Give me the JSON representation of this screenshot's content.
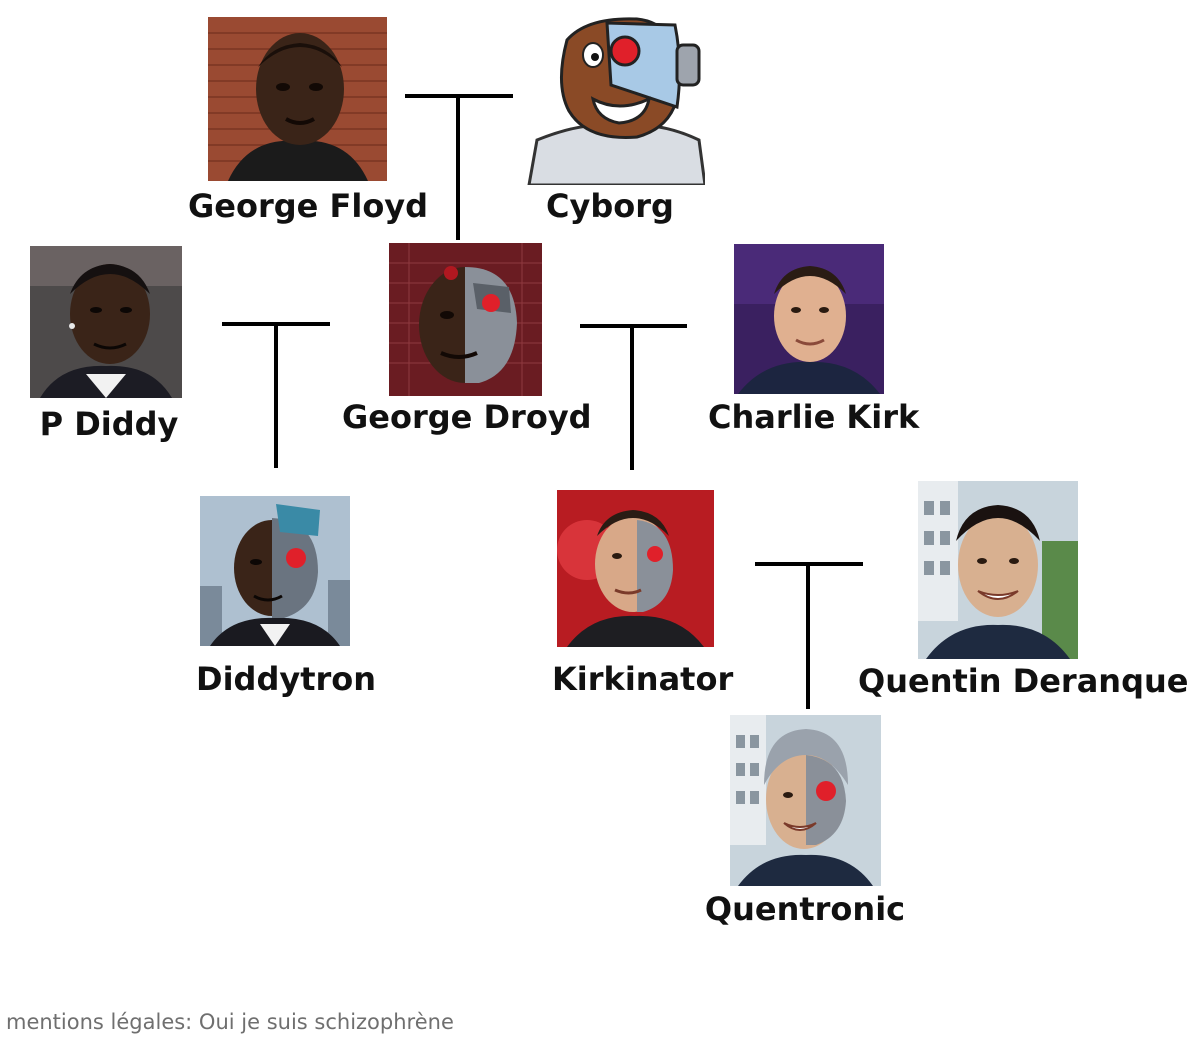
{
  "people": {
    "george_floyd": "George Floyd",
    "cyborg": "Cyborg",
    "p_diddy": "P Diddy",
    "george_droyd": "George Droyd",
    "charlie_kirk": "Charlie Kirk",
    "diddytron": "Diddytron",
    "kirkinator": "Kirkinator",
    "quentin_deranque": "Quentin Deranque",
    "quentronic": "Quentronic"
  },
  "footnote": "mentions légales: Oui je suis schizophrène",
  "colors": {
    "line": "#000000",
    "label": "#111111",
    "footnote": "#6f6f6f",
    "cyborg_red": "#e0202a",
    "metal": "#8a9099"
  }
}
